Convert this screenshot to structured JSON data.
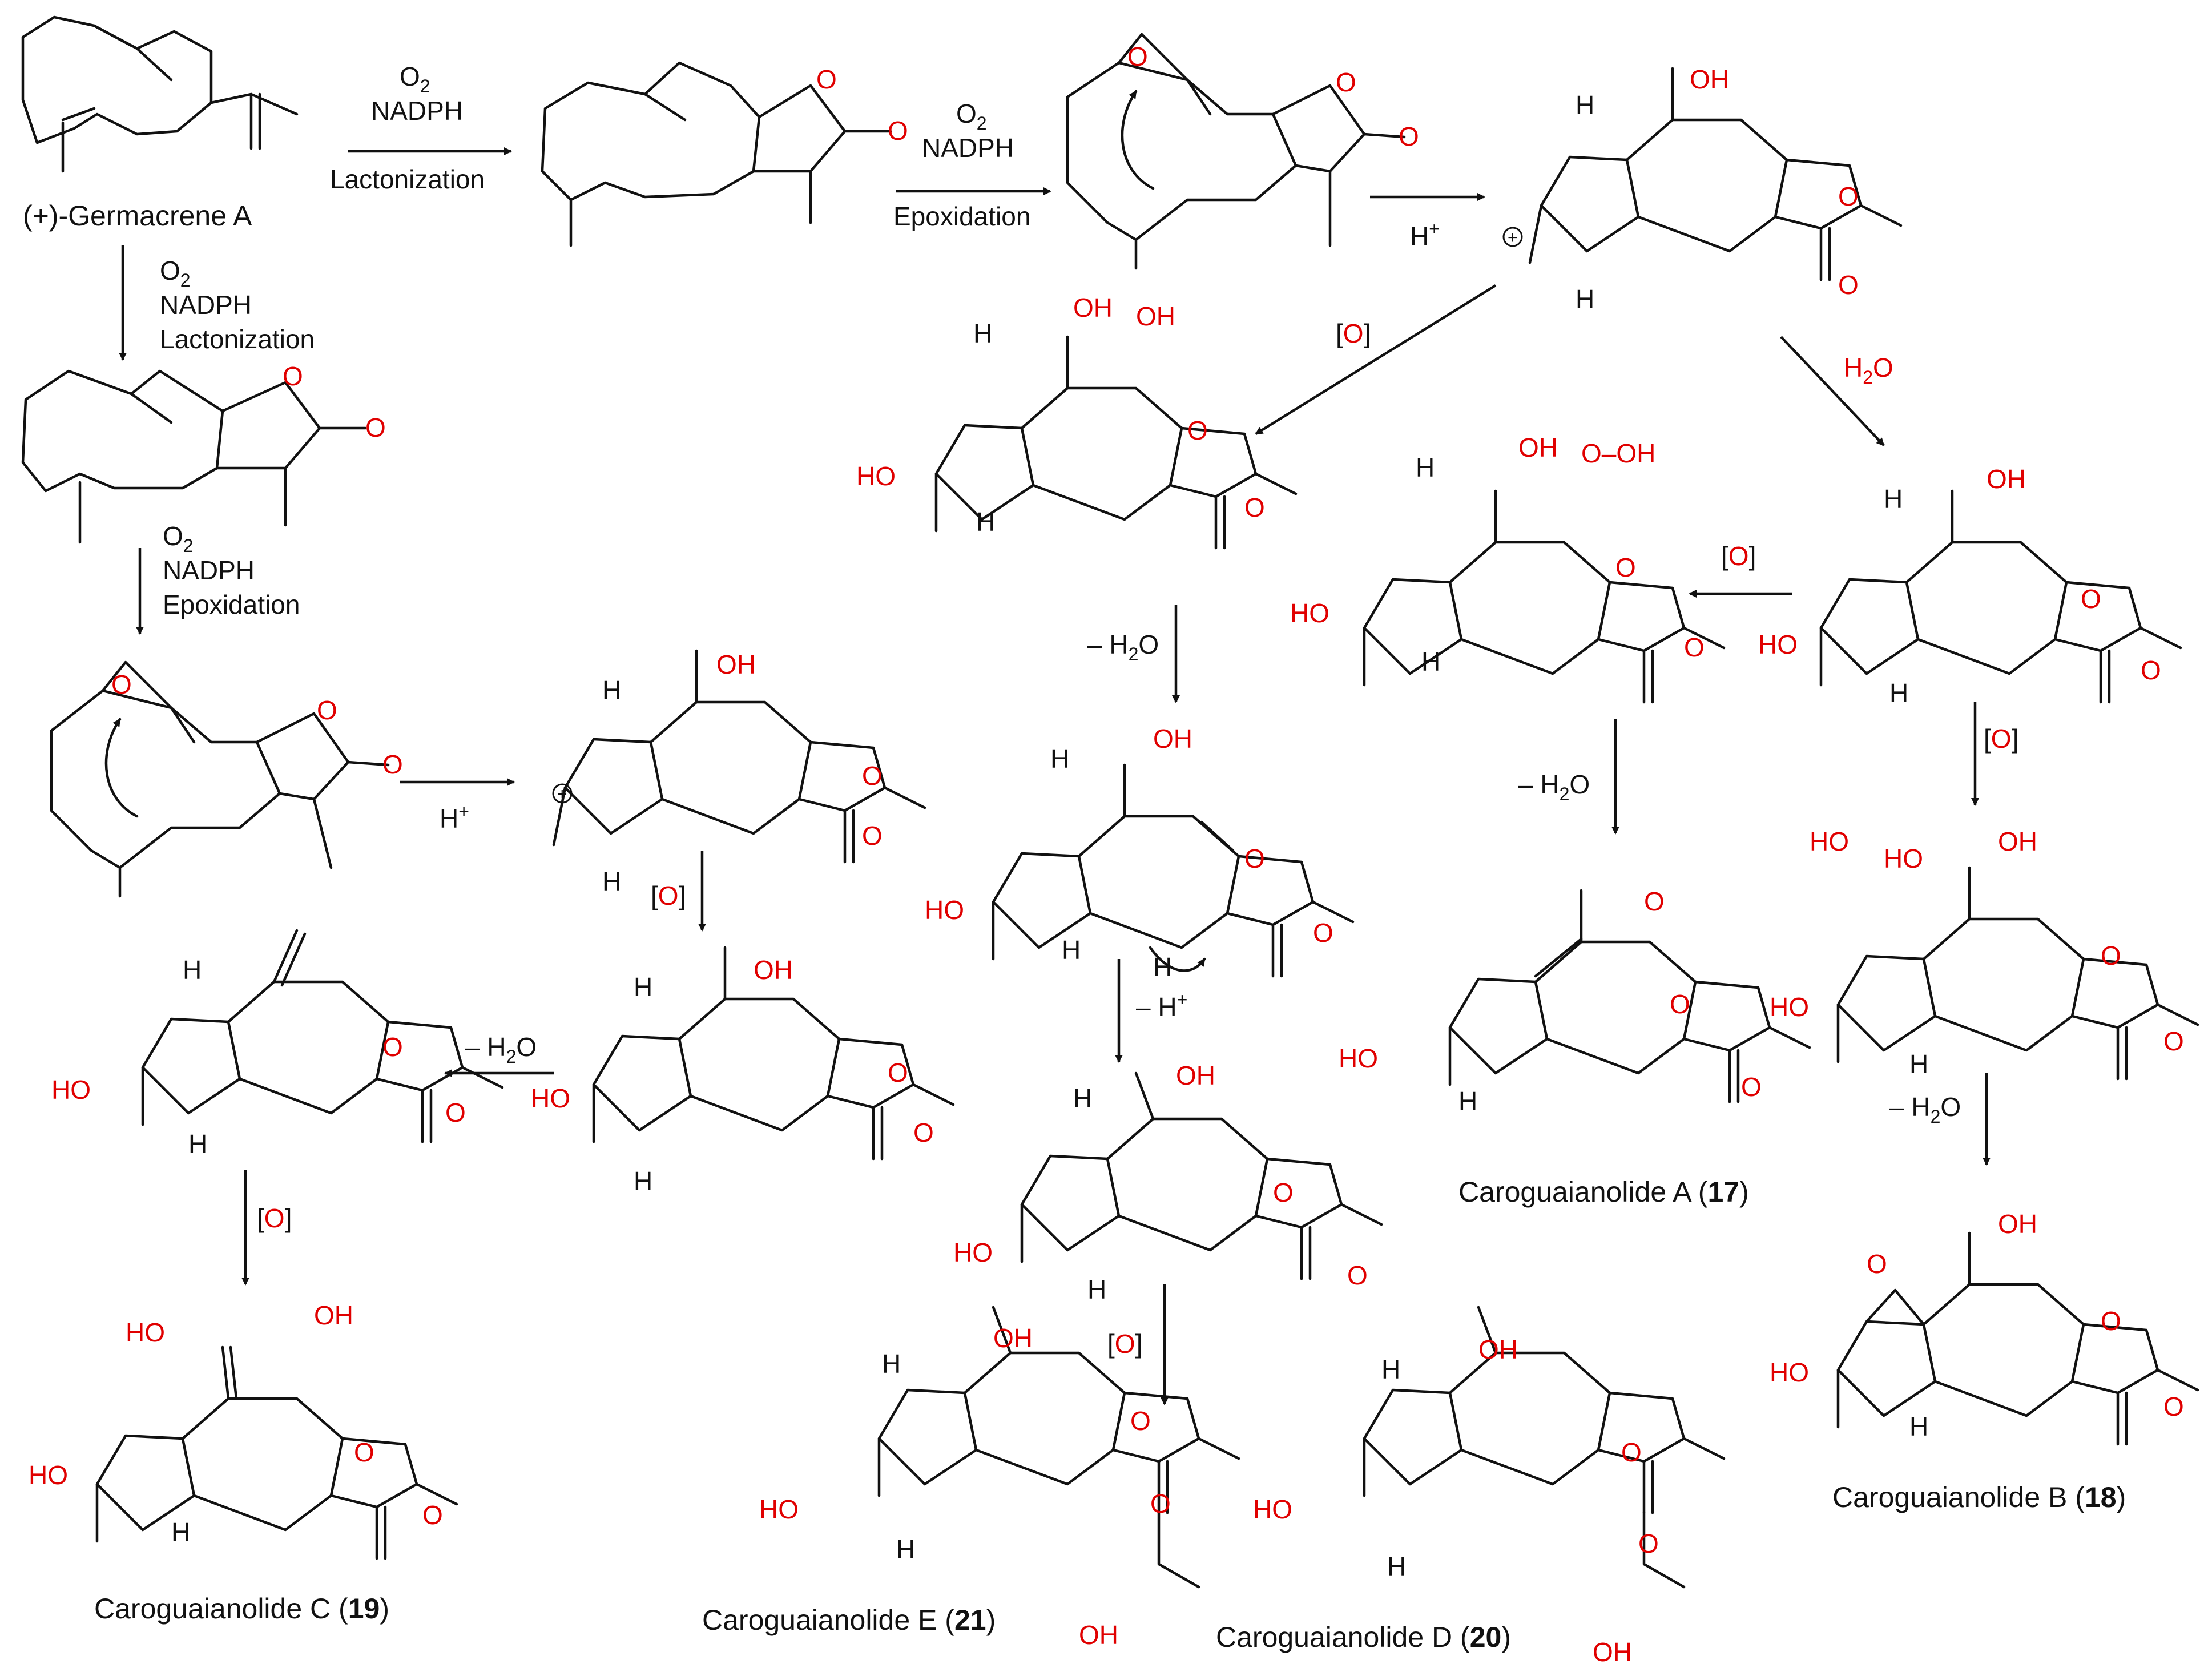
{
  "colors": {
    "bond": "#111111",
    "heteroatom": "#e00000",
    "background": "#ffffff"
  },
  "atoms": {
    "O": "O",
    "OH": "OH",
    "HO": "HO",
    "H": "H",
    "OOH": "O–OH",
    "cation": "+"
  },
  "reagents": {
    "o2": "O",
    "o2_sub": "2",
    "nadph": "NADPH",
    "lactonization": "Lactonization",
    "epoxidation": "Epoxidation",
    "h_plus": "H",
    "h_plus_sup": "+",
    "h2o": "H",
    "h2o_sub": "2",
    "h2o_tail": "O",
    "minus_h2o": "– H",
    "minus_h2o_sub": "2",
    "minus_h2o_tail": "O",
    "minus_h_plus": "– H",
    "minus_h_plus_sup": "+",
    "oxidation_open": "[",
    "oxidation_o": "O",
    "oxidation_close": "]"
  },
  "compounds": {
    "germacrene": "(+)-Germacrene A",
    "c17_name": "Caroguaianolide A (",
    "c17_num": "17",
    "c17_close": ")",
    "c18_name": "Caroguaianolide B (",
    "c18_num": "18",
    "c18_close": ")",
    "c19_name": "Caroguaianolide C (",
    "c19_num": "19",
    "c19_close": ")",
    "c20_name": "Caroguaianolide D (",
    "c20_num": "20",
    "c20_close": ")",
    "c21_name": "Caroguaianolide E (",
    "c21_num": "21",
    "c21_close": ")"
  }
}
